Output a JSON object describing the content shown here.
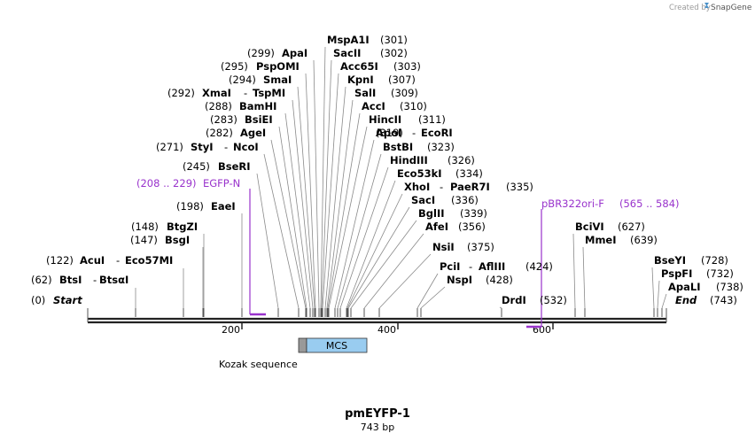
{
  "credit": {
    "text": "Created by",
    "brand": "SnapGene"
  },
  "plasmid": {
    "name": "pmEYFP-1",
    "length": "743 bp"
  },
  "ruler": {
    "ticks": [
      "200",
      "400",
      "600"
    ]
  },
  "features": [
    {
      "name": "MCS",
      "type": "box"
    },
    {
      "name": "Kozak sequence",
      "type": "label"
    }
  ],
  "primers": [
    {
      "name": "EGFP-N",
      "range": "(208 .. 229)",
      "color": "#9933cc"
    },
    {
      "name": "pBR322ori-F",
      "range": "(565 .. 584)",
      "color": "#9933cc"
    }
  ],
  "sites": [
    {
      "pos": "(0)",
      "name": "Start"
    },
    {
      "pos": "(62)",
      "name": "BtsI",
      "alt": "BtsαI"
    },
    {
      "pos": "(122)",
      "name": "AcuI",
      "alt": "Eco57MI"
    },
    {
      "pos": "(147)",
      "name": "BsgI"
    },
    {
      "pos": "(148)",
      "name": "BtgZI"
    },
    {
      "pos": "(198)",
      "name": "EaeI"
    },
    {
      "pos": "(245)",
      "name": "BseRI"
    },
    {
      "pos": "(271)",
      "name": "StyI",
      "alt": "NcoI"
    },
    {
      "pos": "(282)",
      "name": "AgeI"
    },
    {
      "pos": "(283)",
      "name": "BsiEI"
    },
    {
      "pos": "(288)",
      "name": "BamHI"
    },
    {
      "pos": "(292)",
      "name": "XmaI",
      "alt": "TspMI"
    },
    {
      "pos": "(294)",
      "name": "SmaI"
    },
    {
      "pos": "(295)",
      "name": "PspOMI"
    },
    {
      "pos": "(299)",
      "name": "ApaI"
    },
    {
      "pos": "(301)",
      "name": "MspA1I"
    },
    {
      "pos": "(302)",
      "name": "SacII"
    },
    {
      "pos": "(303)",
      "name": "Acc65I"
    },
    {
      "pos": "(307)",
      "name": "KpnI"
    },
    {
      "pos": "(309)",
      "name": "SalI"
    },
    {
      "pos": "(310)",
      "name": "AccI"
    },
    {
      "pos": "(311)",
      "name": "HincII"
    },
    {
      "pos": "(319)",
      "name": "ApoI",
      "alt": "EcoRI"
    },
    {
      "pos": "(323)",
      "name": "BstBI"
    },
    {
      "pos": "(326)",
      "name": "HindIII"
    },
    {
      "pos": "(334)",
      "name": "Eco53kI"
    },
    {
      "pos": "(335)",
      "name": "XhoI",
      "alt": "PaeR7I"
    },
    {
      "pos": "(336)",
      "name": "SacI"
    },
    {
      "pos": "(339)",
      "name": "BglII"
    },
    {
      "pos": "(356)",
      "name": "AfeI"
    },
    {
      "pos": "(375)",
      "name": "NsiI"
    },
    {
      "pos": "(424)",
      "name": "PciI",
      "alt": "AflIII"
    },
    {
      "pos": "(428)",
      "name": "NspI"
    },
    {
      "pos": "(532)",
      "name": "DrdI"
    },
    {
      "pos": "(627)",
      "name": "BciVI"
    },
    {
      "pos": "(639)",
      "name": "MmeI"
    },
    {
      "pos": "(728)",
      "name": "BseYI"
    },
    {
      "pos": "(732)",
      "name": "PspFI"
    },
    {
      "pos": "(738)",
      "name": "ApaLI"
    },
    {
      "pos": "(743)",
      "name": "End"
    }
  ]
}
